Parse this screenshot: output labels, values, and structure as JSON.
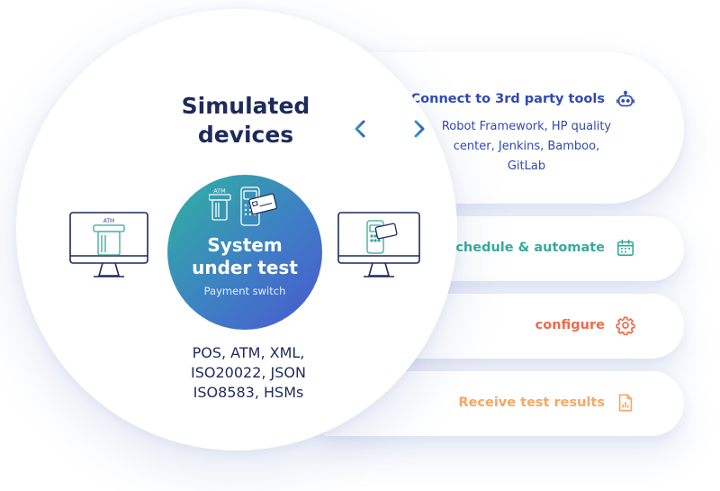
{
  "circle": {
    "title_line1": "Simulated",
    "title_line2": "devices",
    "protocols": [
      "POS, ATM, XML,",
      "ISO20022, JSON",
      "ISO8583, HSMs"
    ]
  },
  "sut": {
    "title_line1": "System",
    "title_line2": "under test",
    "subtitle": "Payment switch",
    "atm_label": "ATM"
  },
  "left_monitor": {
    "atm_label": "ATM"
  },
  "cards": {
    "connect": {
      "title": "Connect to 3rd party tools",
      "desc_lines": [
        "Robot Framework, HP quality",
        "center, Jenkins, Bamboo,",
        "GitLab"
      ],
      "icon": "robot-icon",
      "color": "#2f49b6"
    },
    "schedule": {
      "title": "Schedule & automate",
      "icon": "calendar-icon",
      "color": "#36aa9c"
    },
    "configure": {
      "title": "configure",
      "icon": "gear-icon",
      "color": "#ef6a4a"
    },
    "results": {
      "title": "Receive test results",
      "icon": "report-icon",
      "color": "#f6a764"
    }
  },
  "colors": {
    "navy": "#1d2a5b",
    "blue": "#2f49b6",
    "teal": "#36aa9c",
    "coral": "#ef6a4a",
    "orange": "#f6a764"
  }
}
